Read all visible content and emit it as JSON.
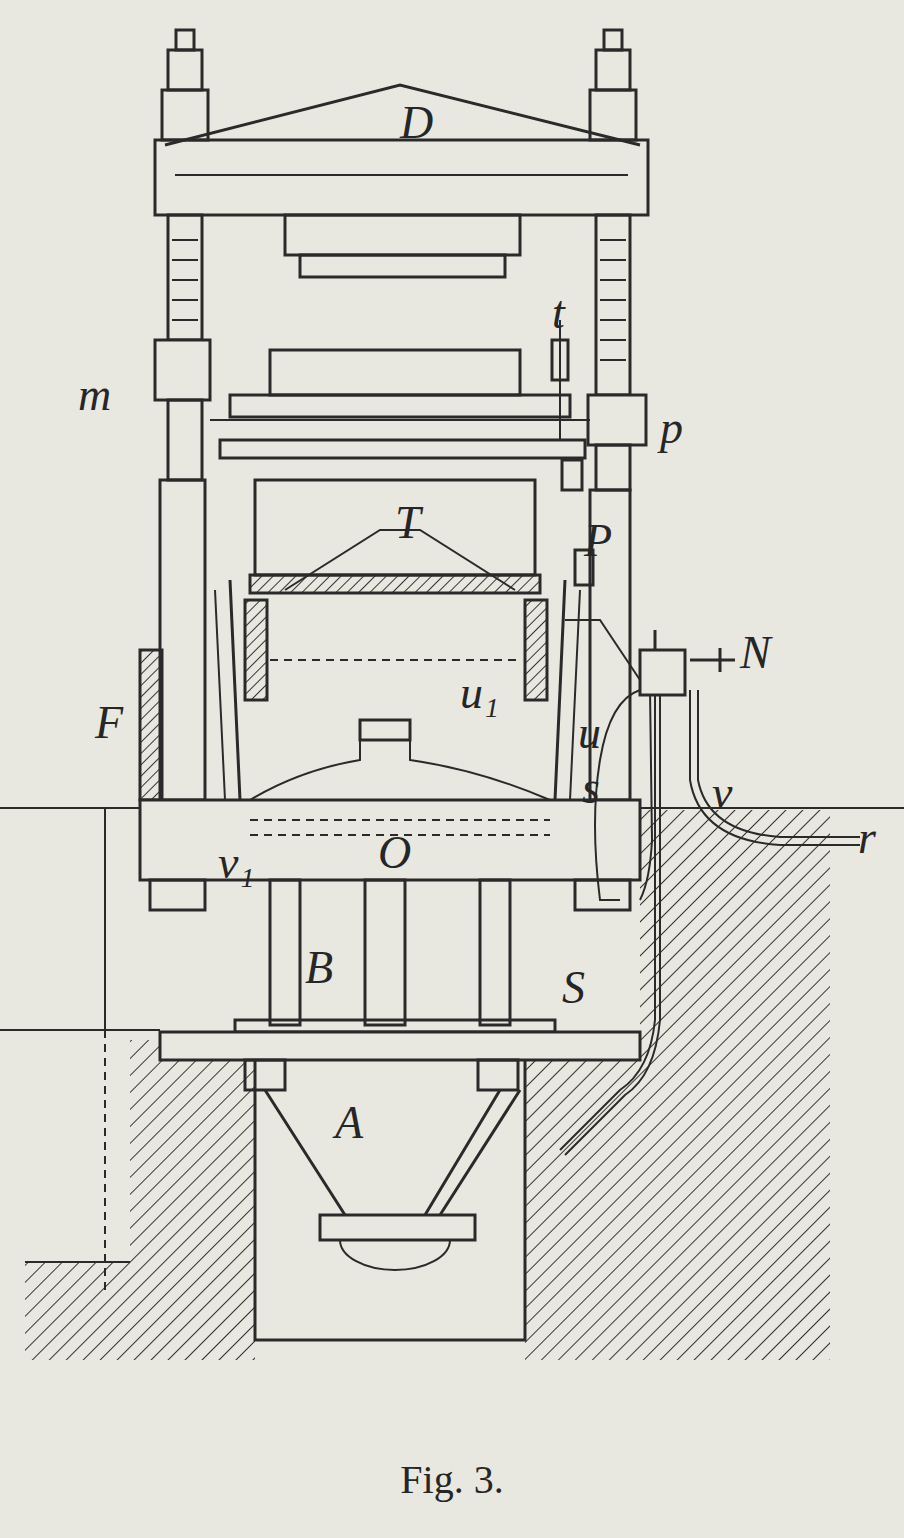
{
  "diagram": {
    "caption": "Fig. 3.",
    "labels": [
      "D",
      "t",
      "m",
      "p",
      "T",
      "P",
      "N",
      "F",
      "u₁",
      "u",
      "s",
      "v",
      "r",
      "O",
      "v₁",
      "B",
      "S",
      "A"
    ]
  }
}
